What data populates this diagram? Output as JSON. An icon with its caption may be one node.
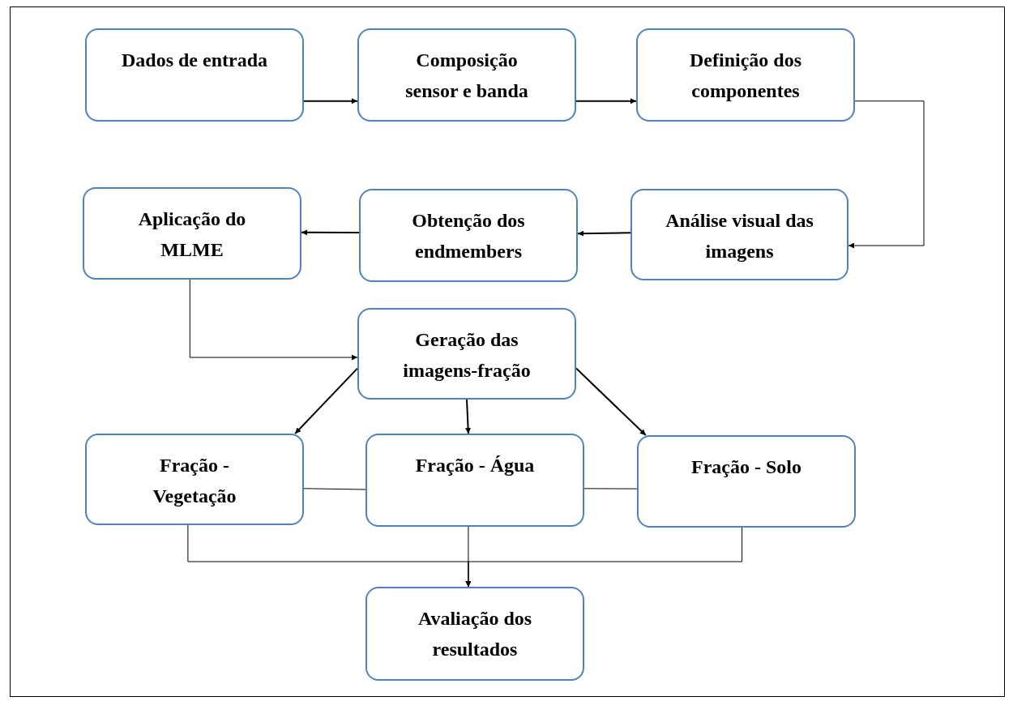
{
  "diagram": {
    "nodes": [
      {
        "text": [
          "Dados de entrada"
        ]
      },
      {
        "text": [
          "Composição sensor e banda"
        ]
      },
      {
        "text": [
          "Definição dos componentes"
        ]
      },
      {
        "text": [
          "Análise visual das imagens"
        ]
      },
      {
        "text": [
          "Obtenção dos endmembers"
        ]
      },
      {
        "text": [
          "Aplicação do MLME"
        ]
      },
      {
        "text": [
          "Geração das imagens-fração"
        ]
      },
      {
        "text": [
          "Fração - Vegetação"
        ]
      },
      {
        "text": [
          "Fração - Água"
        ]
      },
      {
        "text": [
          "Fração - Solo"
        ]
      },
      {
        "text": [
          "Avaliação dos resultados"
        ]
      }
    ],
    "edges": [
      {
        "from": 0,
        "to": 1,
        "arrow": "to"
      },
      {
        "from": 1,
        "to": 2,
        "arrow": "to"
      },
      {
        "from": 2,
        "to": 3,
        "arrow": "to"
      },
      {
        "from": 3,
        "to": 4,
        "arrow": "to"
      },
      {
        "from": 4,
        "to": 5,
        "arrow": "to"
      },
      {
        "from": 5,
        "to": 6,
        "arrow": "to"
      },
      {
        "from": 6,
        "to": 7,
        "arrow": "to"
      },
      {
        "from": 6,
        "to": 8,
        "arrow": "to"
      },
      {
        "from": 6,
        "to": 9,
        "arrow": "to"
      },
      {
        "from": 7,
        "to": 8,
        "arrow": "none"
      },
      {
        "from": 8,
        "to": 9,
        "arrow": "none"
      },
      {
        "from": 7,
        "to": 10,
        "arrow": "to"
      },
      {
        "from": 8,
        "to": 10,
        "arrow": "to"
      },
      {
        "from": 9,
        "to": 10,
        "arrow": "to"
      }
    ]
  }
}
